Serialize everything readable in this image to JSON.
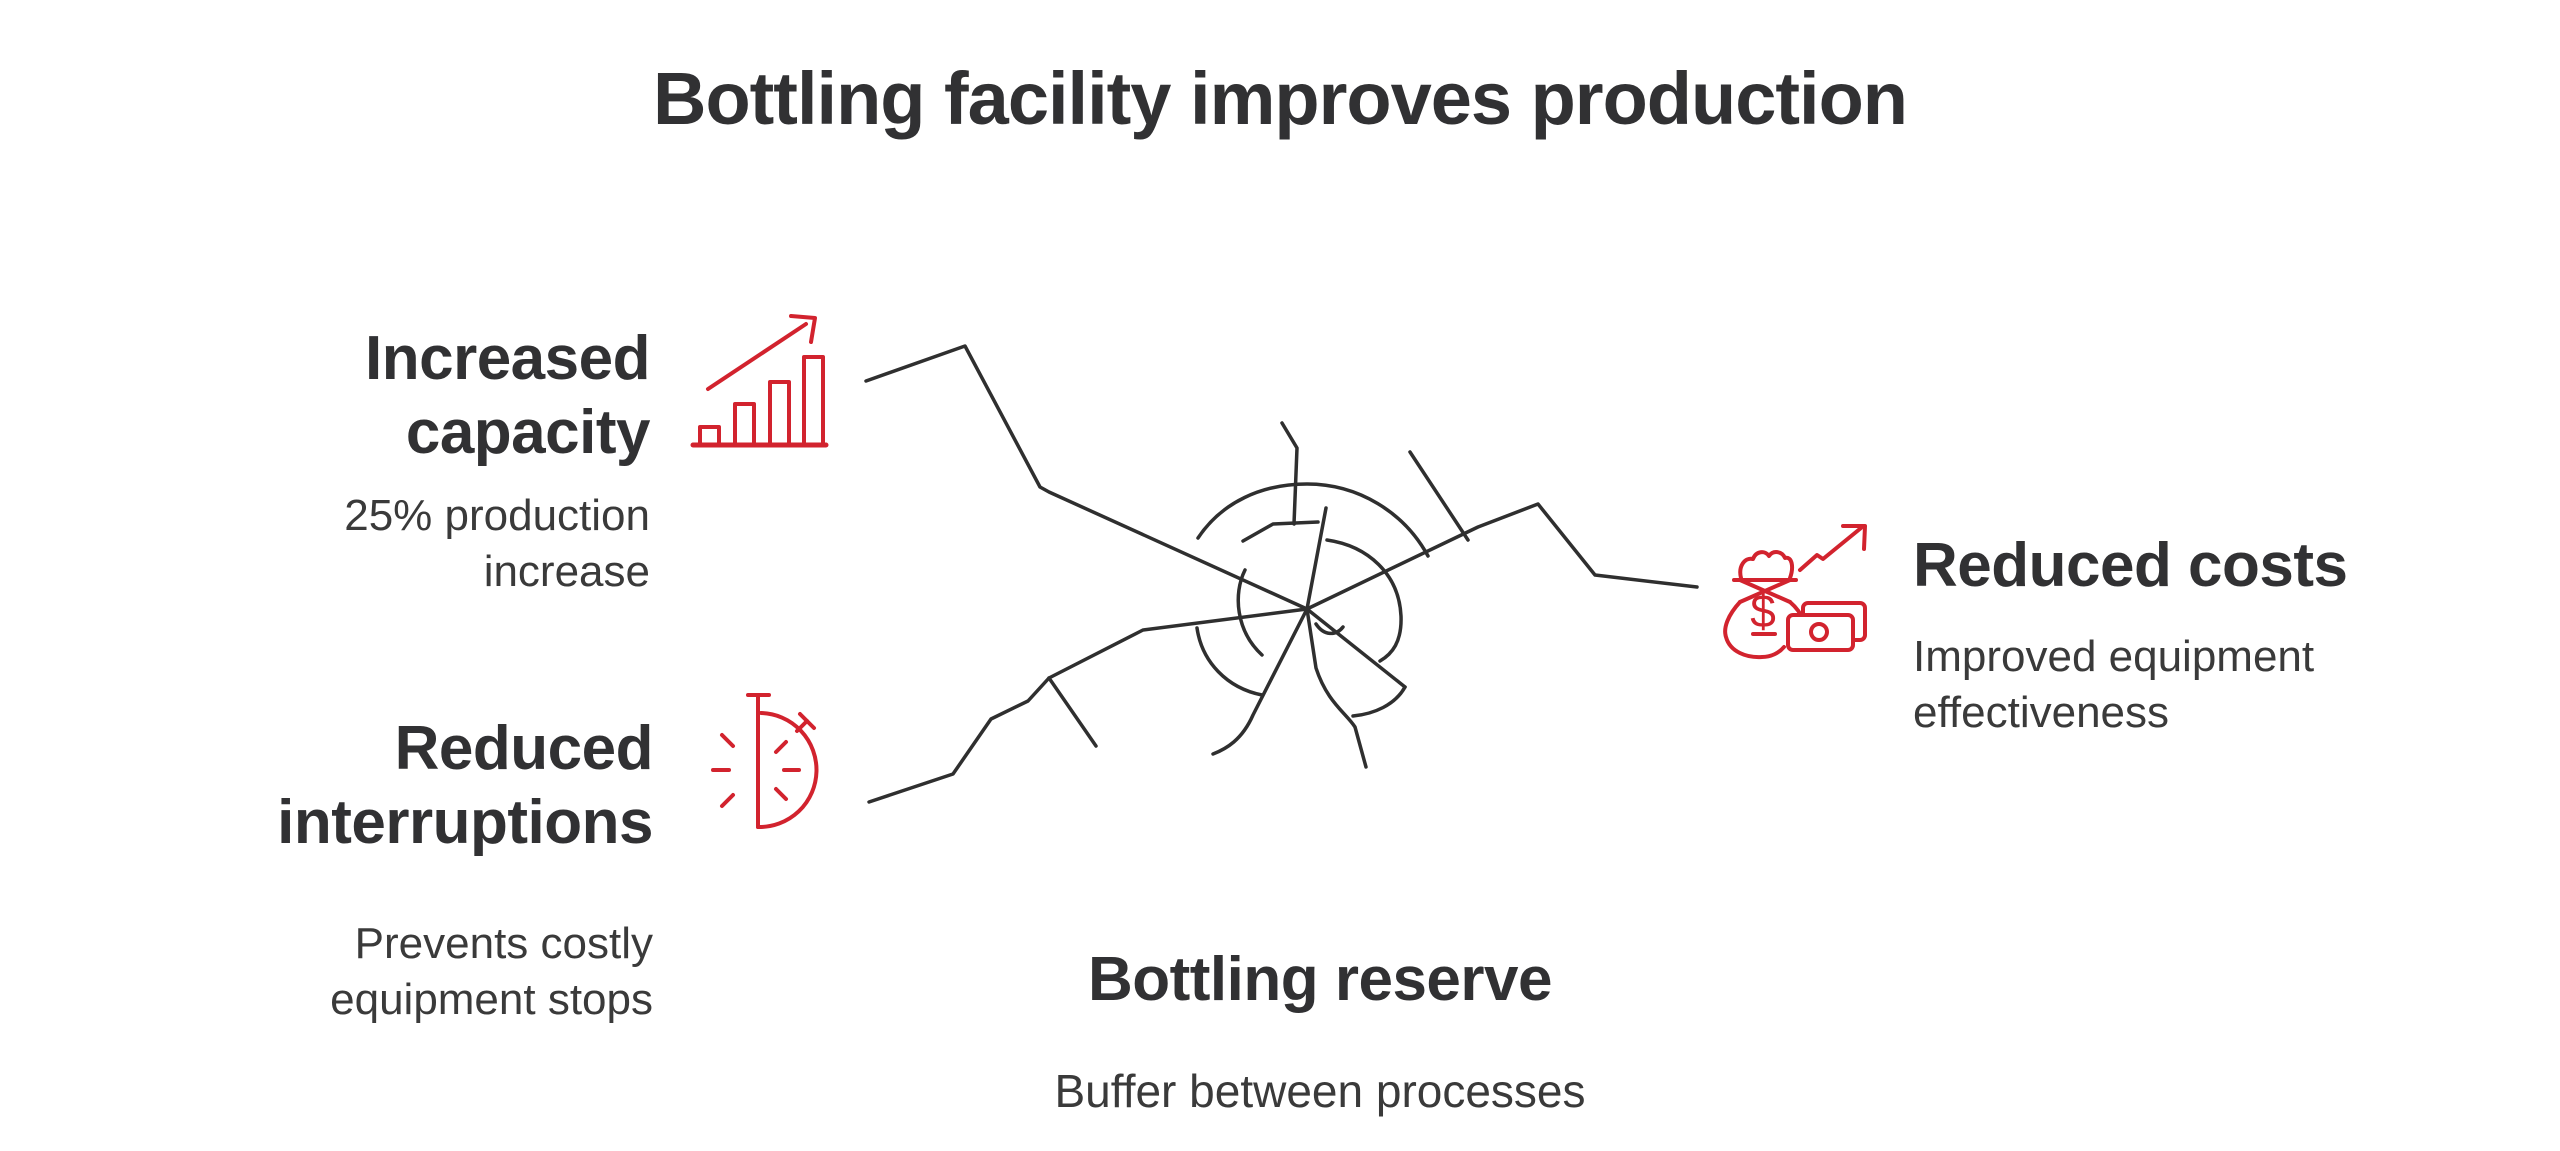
{
  "title": "Bottling facility improves production",
  "colors": {
    "accent_red": "#d2232e",
    "text_dark": "#313133",
    "caption_gray": "#3a3a3a",
    "line_dark": "#2f2f2f",
    "background": "#ffffff"
  },
  "center_node": {
    "label": "Bottling reserve",
    "caption": "Buffer between processes"
  },
  "branches": {
    "increased_capacity": {
      "label": "Increased\ncapacity",
      "caption": "25% production\nincrease",
      "icon": "bar-chart-growth-icon"
    },
    "reduced_interruptions": {
      "label": "Reduced\ninterruptions",
      "caption": "Prevents costly\nequipment stops",
      "icon": "stopwatch-icon"
    },
    "reduced_costs": {
      "label": "Reduced costs",
      "caption": "Improved equipment\neffectiveness",
      "icon": "money-bag-growth-icon"
    }
  },
  "icon_glyphs": {
    "dollar_sign": "$"
  }
}
